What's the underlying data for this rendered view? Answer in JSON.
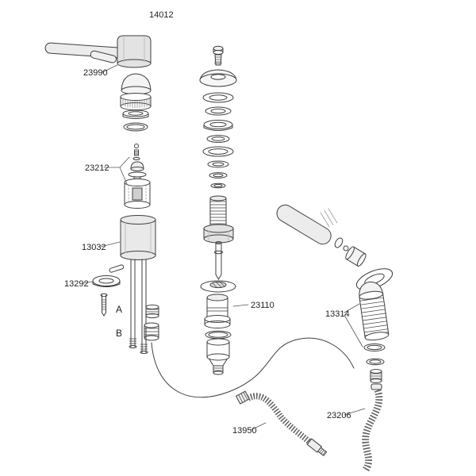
{
  "colors": {
    "background": "#ffffff",
    "line": "#3f3f3f",
    "label_text": "#1f1f1f",
    "fill_light": "#ececec",
    "fill_mid": "#d9d9d9",
    "hose": "#5f5f5f"
  },
  "diagram": {
    "title_part_number": "14012",
    "labels": {
      "lever_pin": "23990",
      "cartridge": "23212",
      "spout_body": "13032",
      "mounting_hardware": "13292",
      "marker_a": "A",
      "marker_b": "B",
      "diverter": "23110",
      "spray_head": "13314",
      "spray_hose": "23206",
      "supply_hose": "13950"
    }
  }
}
